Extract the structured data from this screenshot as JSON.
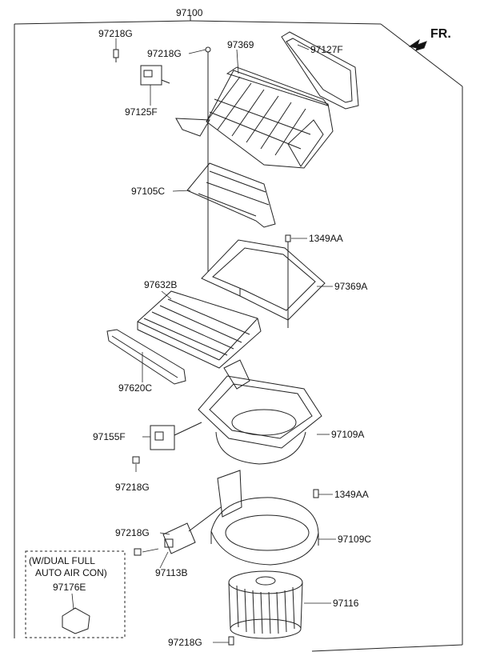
{
  "direction": {
    "label": "FR."
  },
  "assembly": {
    "part_no": "97100"
  },
  "parts": {
    "screw_top_left": "97218G",
    "screw_top_mid": "97218G",
    "actuator": "97125F",
    "upper_case": "97369",
    "seal": "97127F",
    "door": "97105C",
    "clip_upper": "1349AA",
    "filter_cover": "97369A",
    "filter": "97632B",
    "filter_frame": "97620C",
    "resistor": "97155F",
    "screw_resistor": "97218G",
    "case_middle": "97109A",
    "clip_lower": "1349AA",
    "screw_lower": "97218G",
    "case_lower": "97109C",
    "power_transistor": "97113B",
    "blower_motor": "97116",
    "screw_bottom": "97218G"
  },
  "option_box": {
    "line1": "(W/DUAL FULL",
    "line2": "AUTO AIR CON)",
    "part_no": "97176E"
  }
}
